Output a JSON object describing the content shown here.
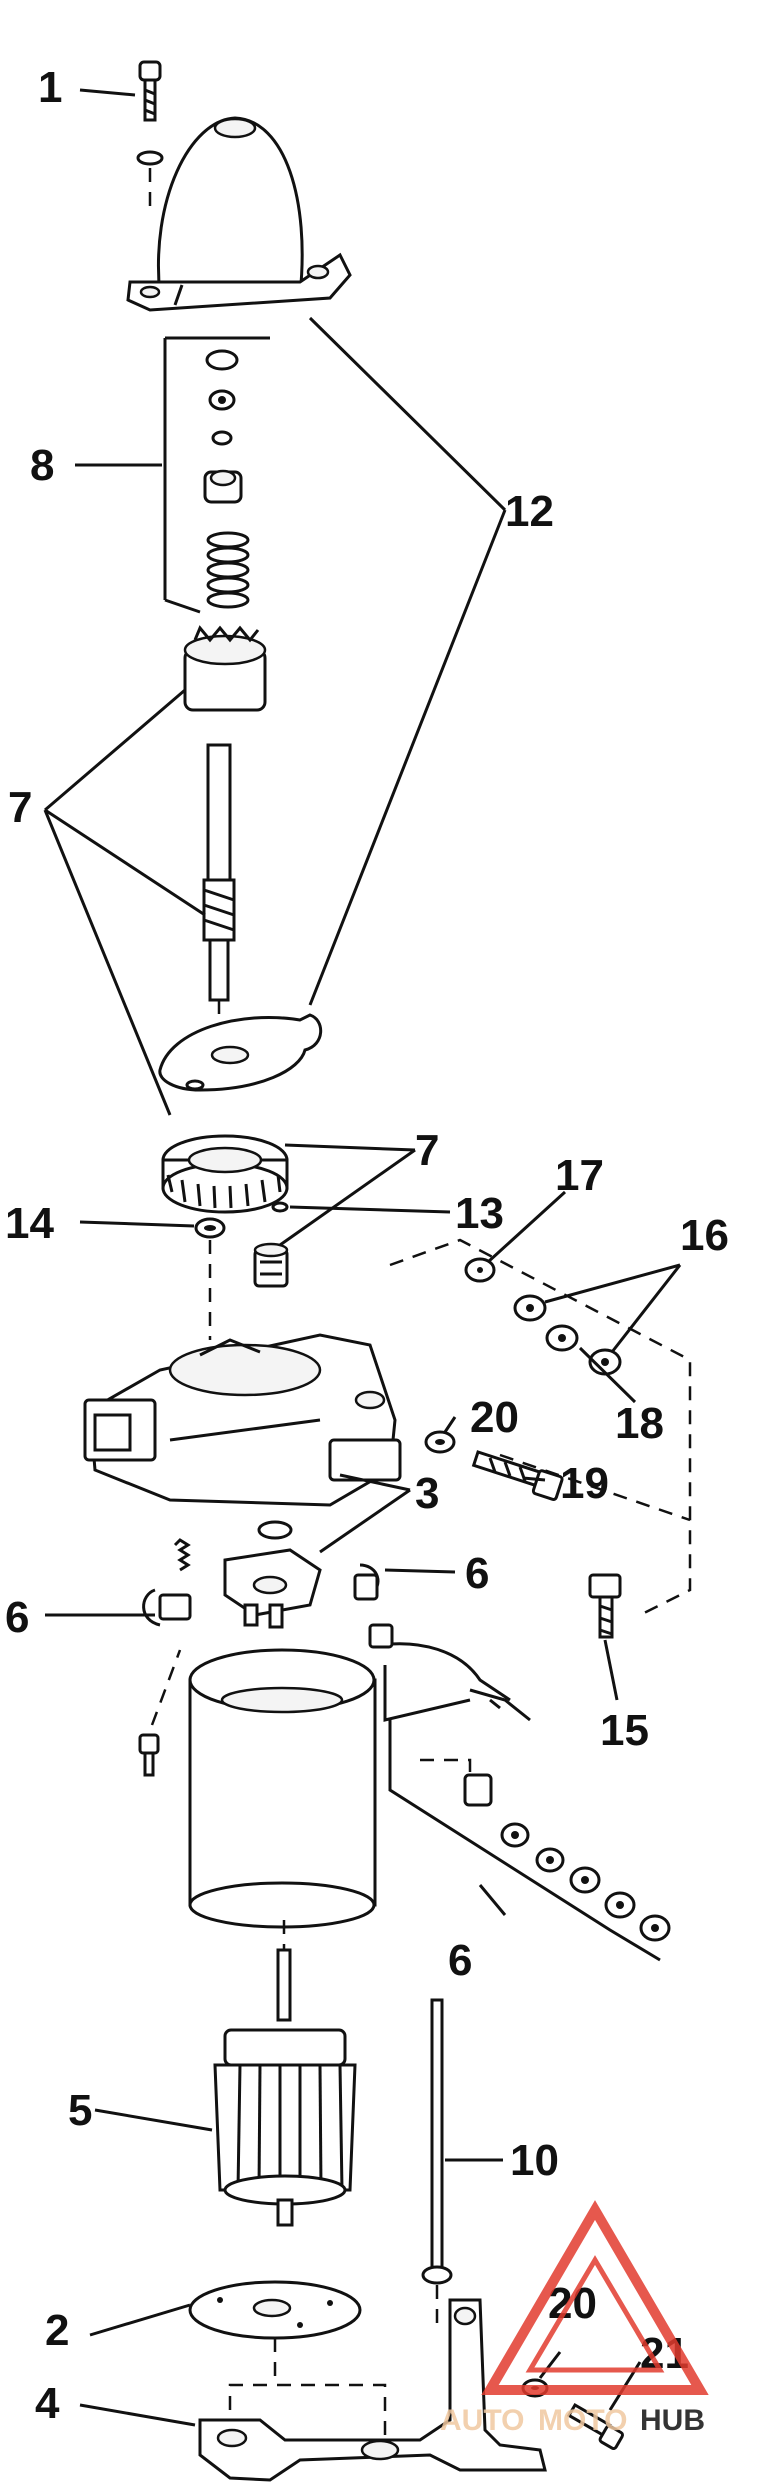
{
  "labels": {
    "l1": "1",
    "l2": "2",
    "l3": "3",
    "l4": "4",
    "l5": "5",
    "l6a": "6",
    "l6b": "6",
    "l6c": "6",
    "l7a": "7",
    "l7b": "7",
    "l8": "8",
    "l10": "10",
    "l12": "12",
    "l13": "13",
    "l14": "14",
    "l15": "15",
    "l16": "16",
    "l17": "17",
    "l18": "18",
    "l19": "19",
    "l20a": "20",
    "l20b": "20",
    "l21": "21"
  },
  "watermark": {
    "text_a": "AUTO",
    "text_b": "MOTO",
    "text_c": "HUB",
    "accent": "#e23b2e",
    "muted": "#f0c8a0"
  },
  "colors": {
    "ink": "#111111",
    "background": "#ffffff"
  }
}
